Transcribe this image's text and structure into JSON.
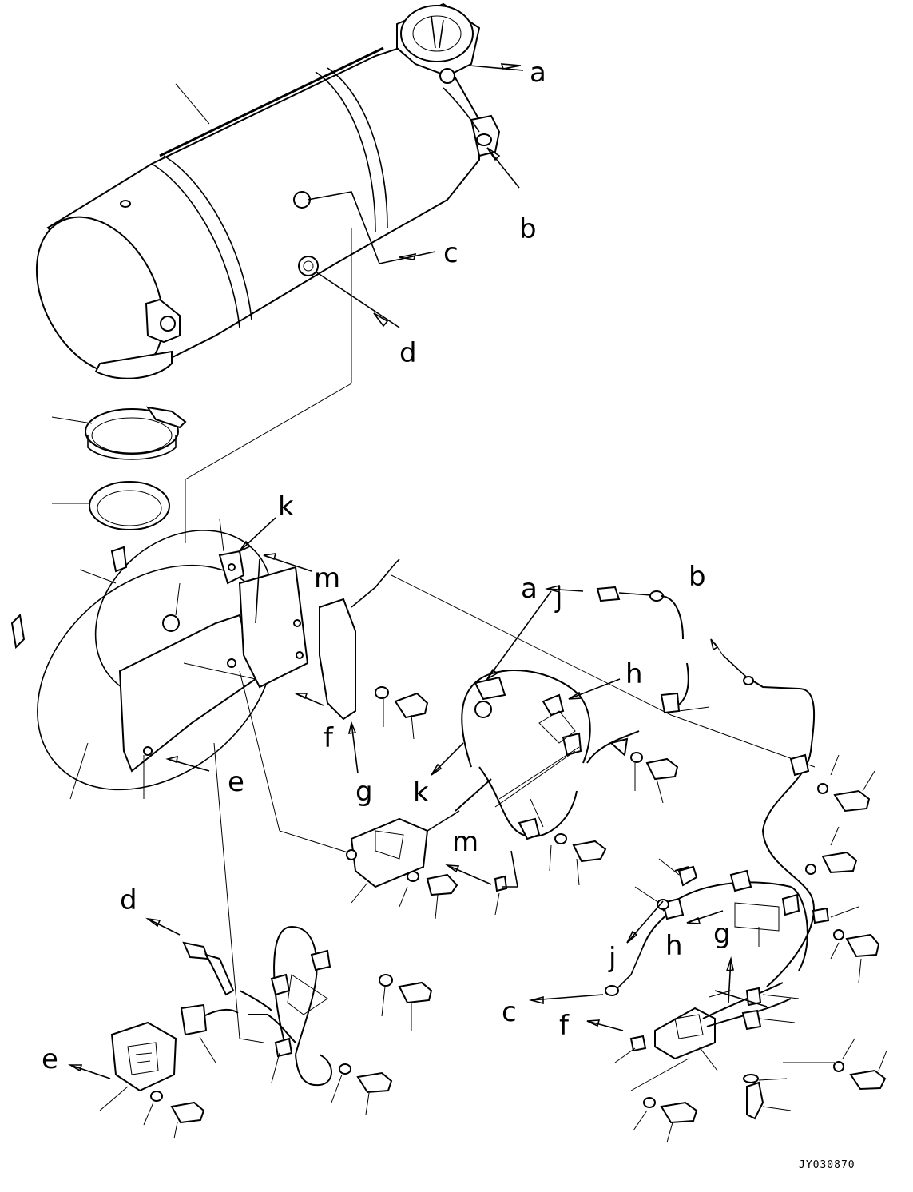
{
  "callouts": {
    "a1": "a",
    "b1": "b",
    "c1": "c",
    "d1": "d",
    "k1": "k",
    "m1": "m",
    "a2": "a",
    "b2": "b",
    "j1": "j",
    "h1": "h",
    "f1": "f",
    "g1": "g",
    "e1": "e",
    "k2": "k",
    "m2": "m",
    "d2": "d",
    "e2": "e",
    "j2": "j",
    "h2": "h",
    "g2": "g",
    "c2": "c",
    "f2": "f"
  },
  "drawing_code": "JY030870",
  "colors": {
    "line": "#000000",
    "background": "#ffffff"
  }
}
